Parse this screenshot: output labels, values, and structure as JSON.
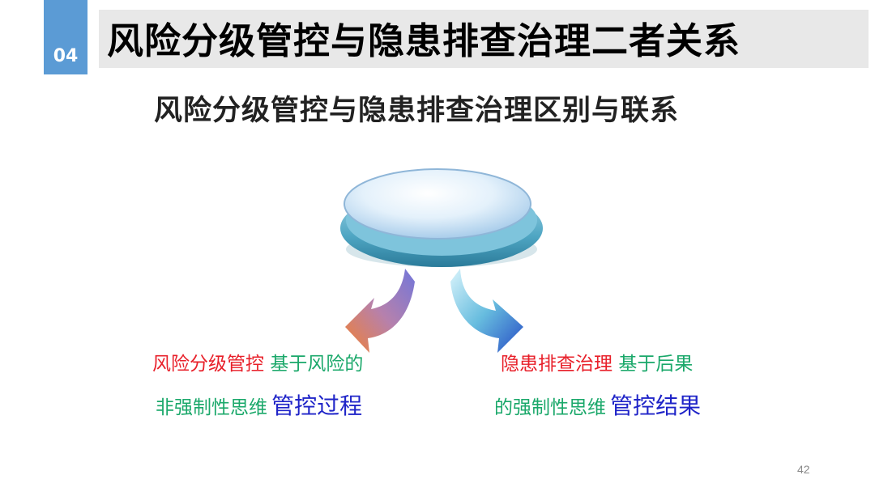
{
  "section": {
    "number": "04"
  },
  "header": {
    "title": "风险分级管控与隐患排查治理二者关系"
  },
  "subtitle": "风险分级管控与隐患排查治理区别与联系",
  "left_caption": {
    "line1_red": "风险分级管控",
    "line1_green": "基于风险的",
    "line2_green": "非强制性思维",
    "line2_blue": "管控过程"
  },
  "right_caption": {
    "line1_red": "隐患排查治理",
    "line1_green": "基于后果",
    "line2_green": "的强制性思维",
    "line2_blue": "管控结果"
  },
  "footer": {
    "page_number": "42"
  },
  "colors": {
    "accent_tab": "#5b9bd5",
    "title_bar": "#e8e8e8",
    "red_text": "#e8202a",
    "green_text": "#1aa86a",
    "blue_text": "#1f24c8"
  }
}
